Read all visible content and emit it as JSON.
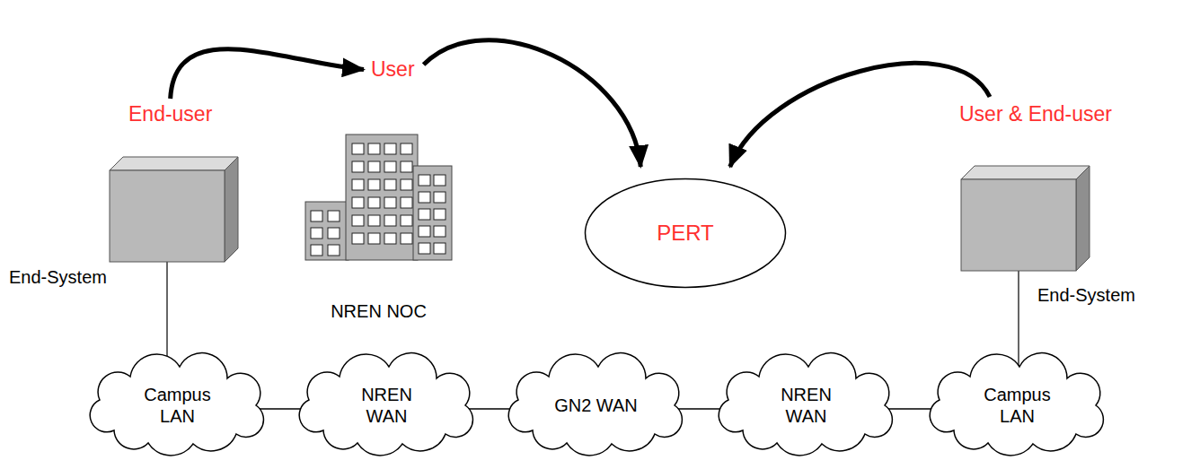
{
  "diagram": {
    "nodes": [
      {
        "text": [
          "End-user"
        ]
      },
      {
        "text": [
          "User"
        ]
      },
      {
        "text": [
          "PERT"
        ]
      },
      {
        "text": [
          "User & End-user"
        ]
      },
      {
        "text": [
          "End-System"
        ]
      },
      {
        "text": [
          "NREN NOC"
        ]
      },
      {
        "text": [
          "End-System"
        ]
      },
      {
        "text": [
          "Campus LAN"
        ]
      },
      {
        "text": [
          "NREN WAN"
        ]
      },
      {
        "text": [
          "GN2 WAN"
        ]
      },
      {
        "text": [
          "NREN WAN"
        ]
      },
      {
        "text": [
          "Campus LAN"
        ]
      }
    ],
    "edges": [
      {
        "from": 0,
        "to": 1,
        "arrow": "to"
      },
      {
        "from": 1,
        "to": 2,
        "arrow": "to"
      },
      {
        "from": 3,
        "to": 2,
        "arrow": "to"
      },
      {
        "from": 4,
        "to": 7,
        "arrow": "none"
      },
      {
        "from": 6,
        "to": 11,
        "arrow": "none"
      },
      {
        "from": 7,
        "to": 8,
        "arrow": "none"
      },
      {
        "from": 8,
        "to": 9,
        "arrow": "none"
      },
      {
        "from": 9,
        "to": 10,
        "arrow": "none"
      },
      {
        "from": 10,
        "to": 11,
        "arrow": "none"
      }
    ]
  }
}
